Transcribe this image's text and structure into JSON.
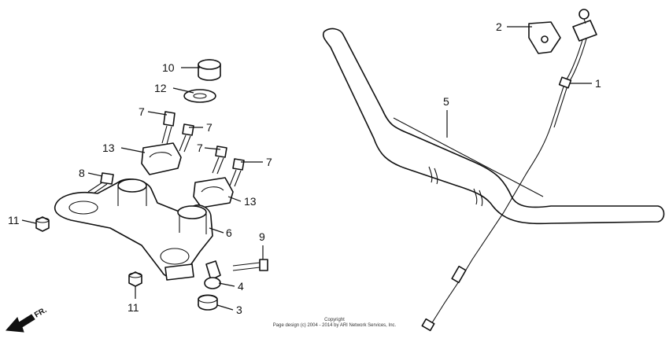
{
  "callouts": [
    {
      "id": "1",
      "text": "1"
    },
    {
      "id": "2",
      "text": "2"
    },
    {
      "id": "3",
      "text": "3"
    },
    {
      "id": "4",
      "text": "4"
    },
    {
      "id": "5",
      "text": "5"
    },
    {
      "id": "6",
      "text": "6"
    },
    {
      "id": "7a",
      "text": "7"
    },
    {
      "id": "7b",
      "text": "7"
    },
    {
      "id": "7c",
      "text": "7"
    },
    {
      "id": "7d",
      "text": "7"
    },
    {
      "id": "8",
      "text": "8"
    },
    {
      "id": "9",
      "text": "9"
    },
    {
      "id": "10",
      "text": "10"
    },
    {
      "id": "11a",
      "text": "11"
    },
    {
      "id": "11b",
      "text": "11"
    },
    {
      "id": "12",
      "text": "12"
    },
    {
      "id": "13a",
      "text": "13"
    },
    {
      "id": "13b",
      "text": "13"
    }
  ],
  "direction_label": "FR.",
  "copyright": {
    "line1": "Copyright",
    "line2": "Page design (c) 2004 - 2014 by ARI Network Services, Inc."
  }
}
